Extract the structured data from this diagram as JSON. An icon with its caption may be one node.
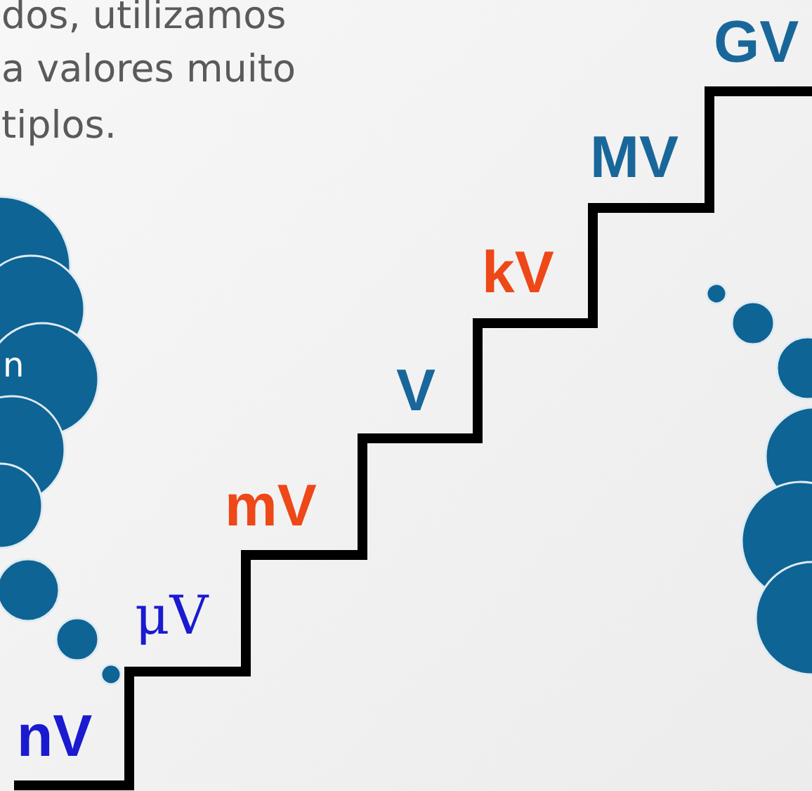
{
  "diagram": {
    "nodes": [
      {
        "text": [
          "n"
        ]
      },
      {
        "text": [],
        "shape": "cloud"
      }
    ],
    "labels": [
      "dos, utilizamos",
      "a valores muito",
      "tiplos.",
      "GV",
      "MV",
      "kV",
      "V",
      "mV",
      "μV",
      "nV"
    ]
  }
}
